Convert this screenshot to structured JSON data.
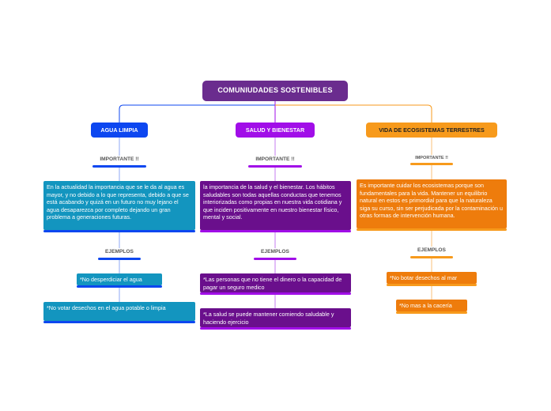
{
  "root": {
    "title": "COMUNIUDADES SOSTENIBLES",
    "color": "#6a2c8e"
  },
  "branches": [
    {
      "title": "AGUA LIMPIA",
      "color": "#0d47f0",
      "box_color": "#1395bf",
      "important_label": "IMPORTANTE !!",
      "important_text": "En la actualidad la importancia que se le da al agua es mayor, y no debido a lo que representa, debido a que se está acabando y quizá en un futuro no muy lejano el agua desaparezca por completo dejando un gran problema a generaciones futuras.",
      "examples_label": "EJEMPLOS",
      "examples": [
        "*No desperdiciar el agua",
        "*No votar desechos en el agua potable o limpia"
      ]
    },
    {
      "title": "SALUD Y BIENESTAR",
      "color": "#a10ee8",
      "box_color": "#6a0f8c",
      "important_label": "IMPORTANTE !!",
      "important_text": "la importancia de la salud y el bienestar. Los hábitos saludables son todas aquellas conductas que tenemos interiorizadas como propias en nuestra vida cotidiana y que inciden positivamente en nuestro bienestar físico, mental y social.",
      "examples_label": "EJEMPLOS",
      "examples": [
        "*Las personas que no tiene el dinero o la capacidad de pagar un seguro medico",
        "*La salud se puede mantener comiendo saludable y haciendo ejercicio"
      ]
    },
    {
      "title": "VIDA DE ECOSISTEMAS TERRESTRES",
      "color": "#f79a1c",
      "box_color": "#ee7c0c",
      "title_text_color": "#222222",
      "important_label": "IMPORTANTE !!",
      "important_text": "Es importante cuidar los ecosistemas porque son fundamentales para la vida. Mantener un equilibrio natural en estos es primordial para que la naturaleza siga su curso, sin ser perjudicada por la contaminación u otras formas de intervención humana.",
      "examples_label": "EJEMPLOS",
      "examples": [
        "*No botar desechos al mar",
        "*No mas a la cacería"
      ]
    }
  ]
}
